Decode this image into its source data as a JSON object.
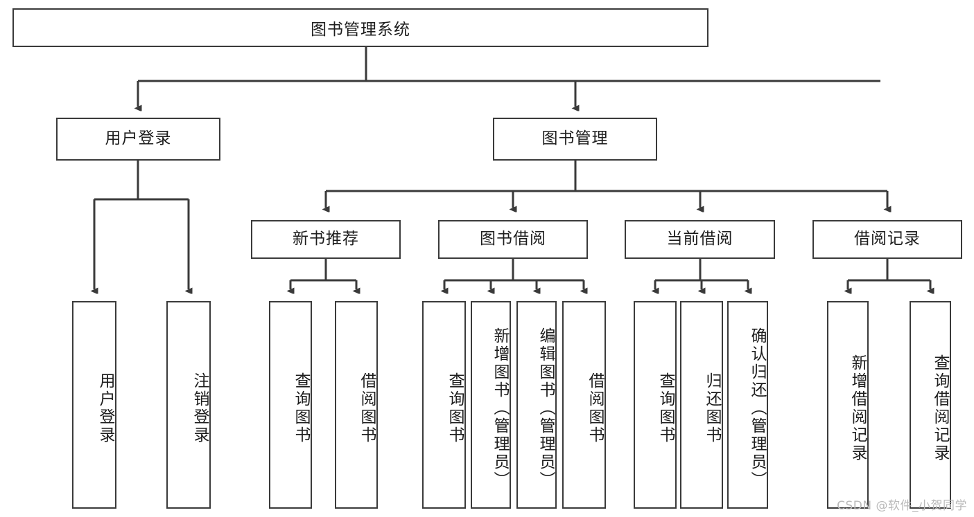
{
  "diagram": {
    "title": "图书管理系统",
    "type": "tree-hierarchy",
    "watermark": "CSDN @软件_小贺同学",
    "colors": {
      "background": "#ffffff",
      "border": "#3a3a3a",
      "text": "#1d1d1d",
      "connector": "#3a3a3a",
      "watermark": "#b9b9b9"
    }
  },
  "nodes": {
    "root": {
      "label": "图书管理系统"
    },
    "level2": [
      {
        "label": "用户登录"
      },
      {
        "label": "图书管理"
      }
    ],
    "level3": [
      {
        "label": "新书推荐"
      },
      {
        "label": "图书借阅"
      },
      {
        "label": "当前借阅"
      },
      {
        "label": "借阅记录"
      }
    ],
    "leaves": {
      "user_login": [
        {
          "label": "用户登录"
        },
        {
          "label": "注销登录"
        }
      ],
      "new_book_recommend": [
        {
          "label": "查询图书"
        },
        {
          "label": "借阅图书"
        }
      ],
      "book_borrow": [
        {
          "label": "查询图书"
        },
        {
          "label": "新增图书（管理员）"
        },
        {
          "label": "编辑图书（管理员）"
        },
        {
          "label": "借阅图书"
        }
      ],
      "current_borrow": [
        {
          "label": "查询图书"
        },
        {
          "label": "归还图书"
        },
        {
          "label": "确认归还（管理员）"
        }
      ],
      "borrow_record": [
        {
          "label": "新增借阅记录"
        },
        {
          "label": "查询借阅记录"
        }
      ]
    }
  }
}
